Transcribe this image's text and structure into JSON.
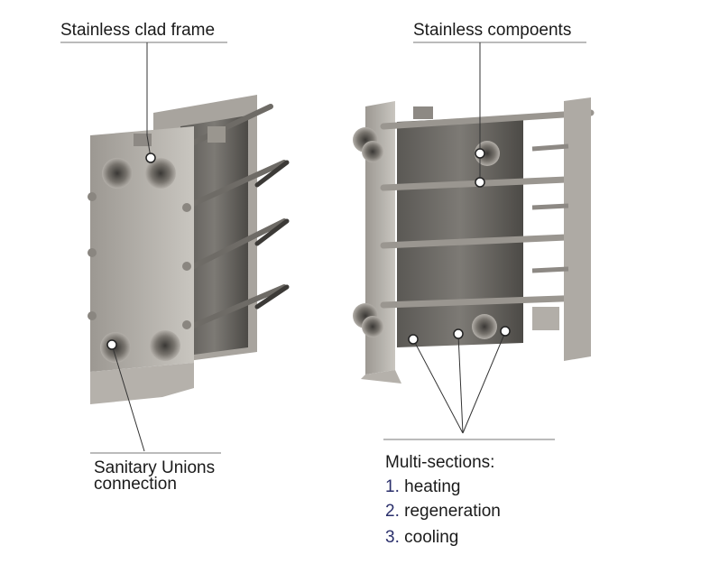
{
  "labels": {
    "frame": "Stainless clad frame",
    "components": "Stainless compoents",
    "unions_line1": "Sanitary Unions",
    "unions_line2": "connection",
    "sections_title": "Multi-sections:",
    "sections": [
      {
        "num": "1.",
        "text": "heating"
      },
      {
        "num": "2.",
        "text": "regeneration"
      },
      {
        "num": "3.",
        "text": "cooling"
      }
    ]
  }
}
